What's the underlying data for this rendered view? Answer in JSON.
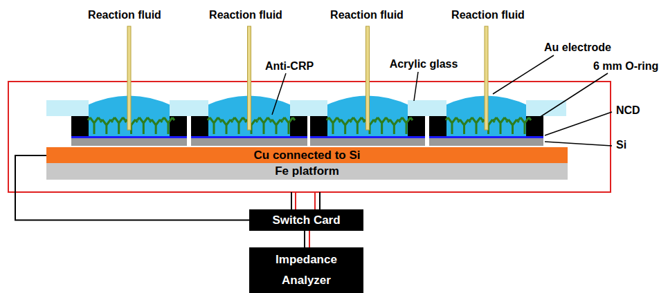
{
  "diagram": {
    "nodes": [
      {
        "text": [
          "Cu connected to Si"
        ]
      },
      {
        "text": [
          "Fe platform"
        ]
      },
      {
        "text": [
          "Switch Card"
        ]
      },
      {
        "text": [
          "Impedance Analyzer"
        ]
      }
    ],
    "edges": [
      {
        "from": 0,
        "to": 2,
        "arrow": "none"
      },
      {
        "from": 2,
        "to": 3,
        "arrow": "none"
      }
    ],
    "labels": [
      "Reaction fluid",
      "Reaction fluid",
      "Reaction fluid",
      "Reaction fluid",
      "Anti-CRP",
      "Acrylic glass",
      "Au electrode",
      "6 mm O-ring",
      "NCD",
      "Si"
    ]
  }
}
